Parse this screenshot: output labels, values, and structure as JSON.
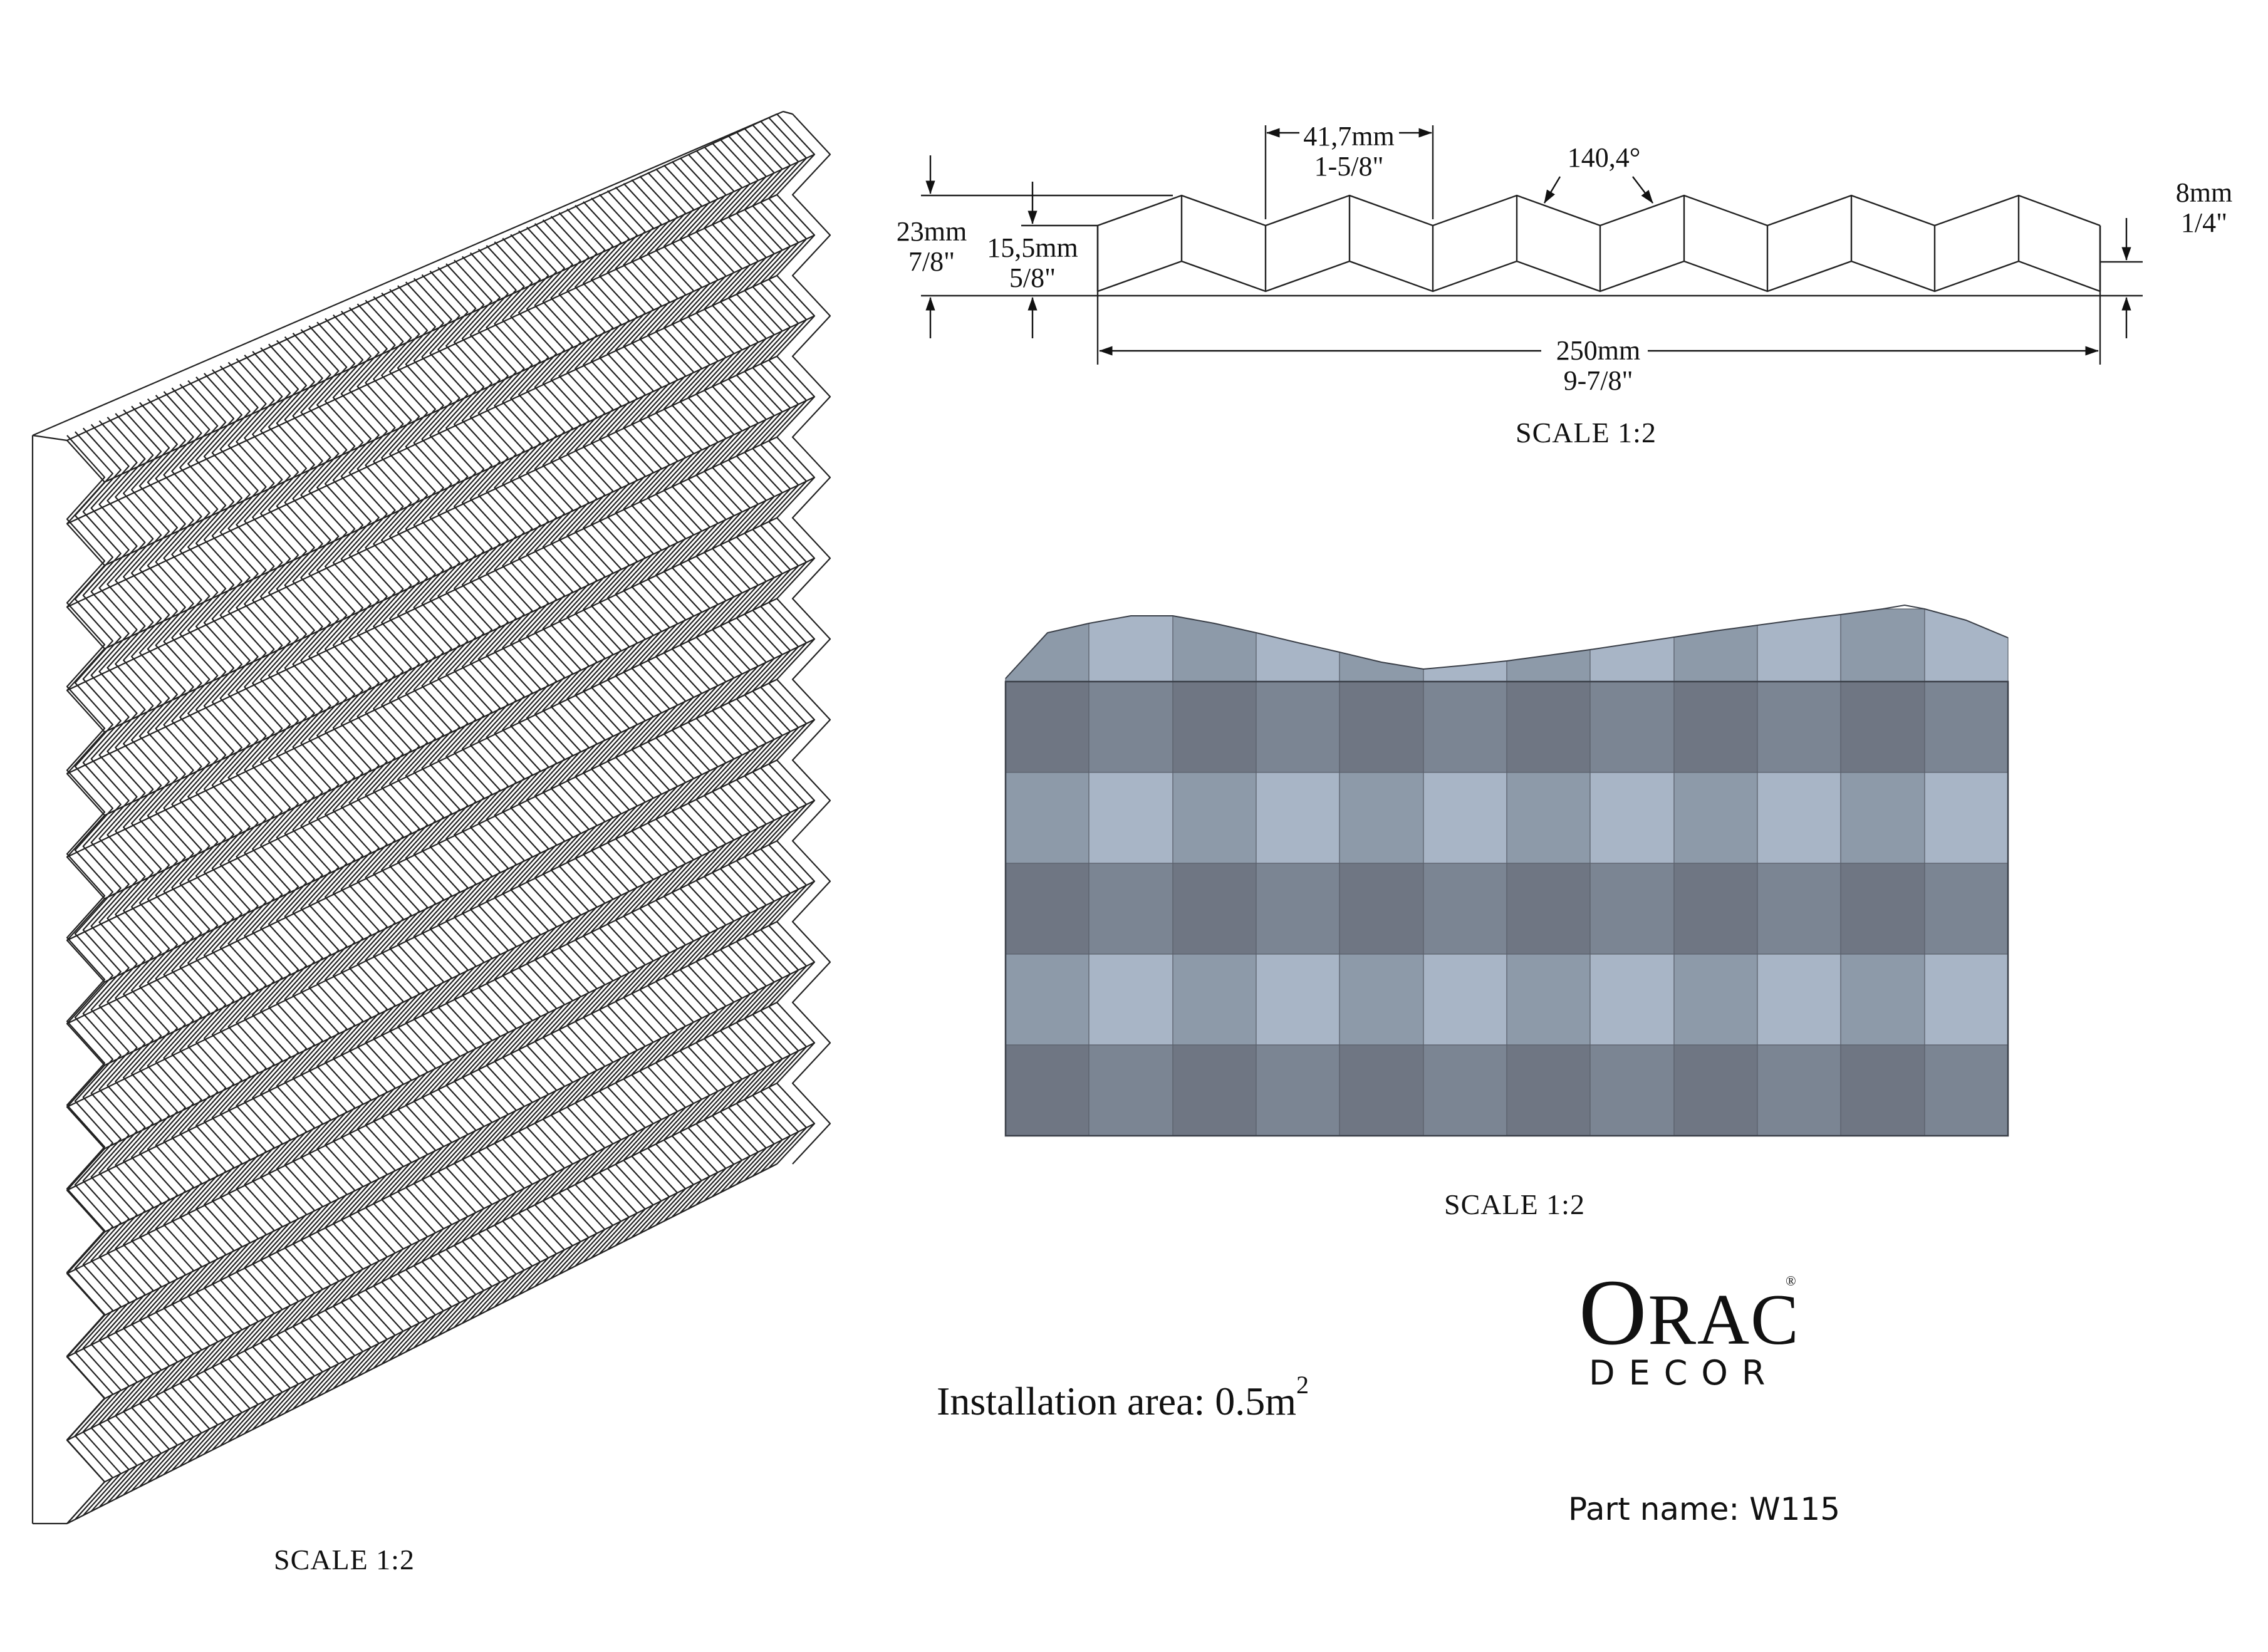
{
  "profile_view": {
    "dim_pitch_mm": "41,7mm",
    "dim_pitch_in": "1-5/8\"",
    "dim_angle": "140,4°",
    "dim_total_height_mm": "23mm",
    "dim_total_height_in": "7/8\"",
    "dim_peak_height_mm": "15,5mm",
    "dim_peak_height_in": "5/8\"",
    "dim_base_mm": "8mm",
    "dim_base_in": "1/4\"",
    "dim_width_mm": "250mm",
    "dim_width_in": "9-7/8\"",
    "scale": "SCALE  1:2"
  },
  "front_view": {
    "scale": "SCALE  1:2",
    "colors": {
      "dark": "#6f7683",
      "mid_dark": "#7b8593",
      "mid_light": "#8d9aa9",
      "light": "#a8b5c6"
    }
  },
  "iso_view": {
    "scale": "SCALE  1:2"
  },
  "installation": {
    "label": "Installation area: 0.5m",
    "sup": "2"
  },
  "logo": {
    "o": "O",
    "rac": "RAC",
    "reg": "®",
    "decor": "DECOR"
  },
  "part": {
    "label": "Part name:  W115"
  }
}
